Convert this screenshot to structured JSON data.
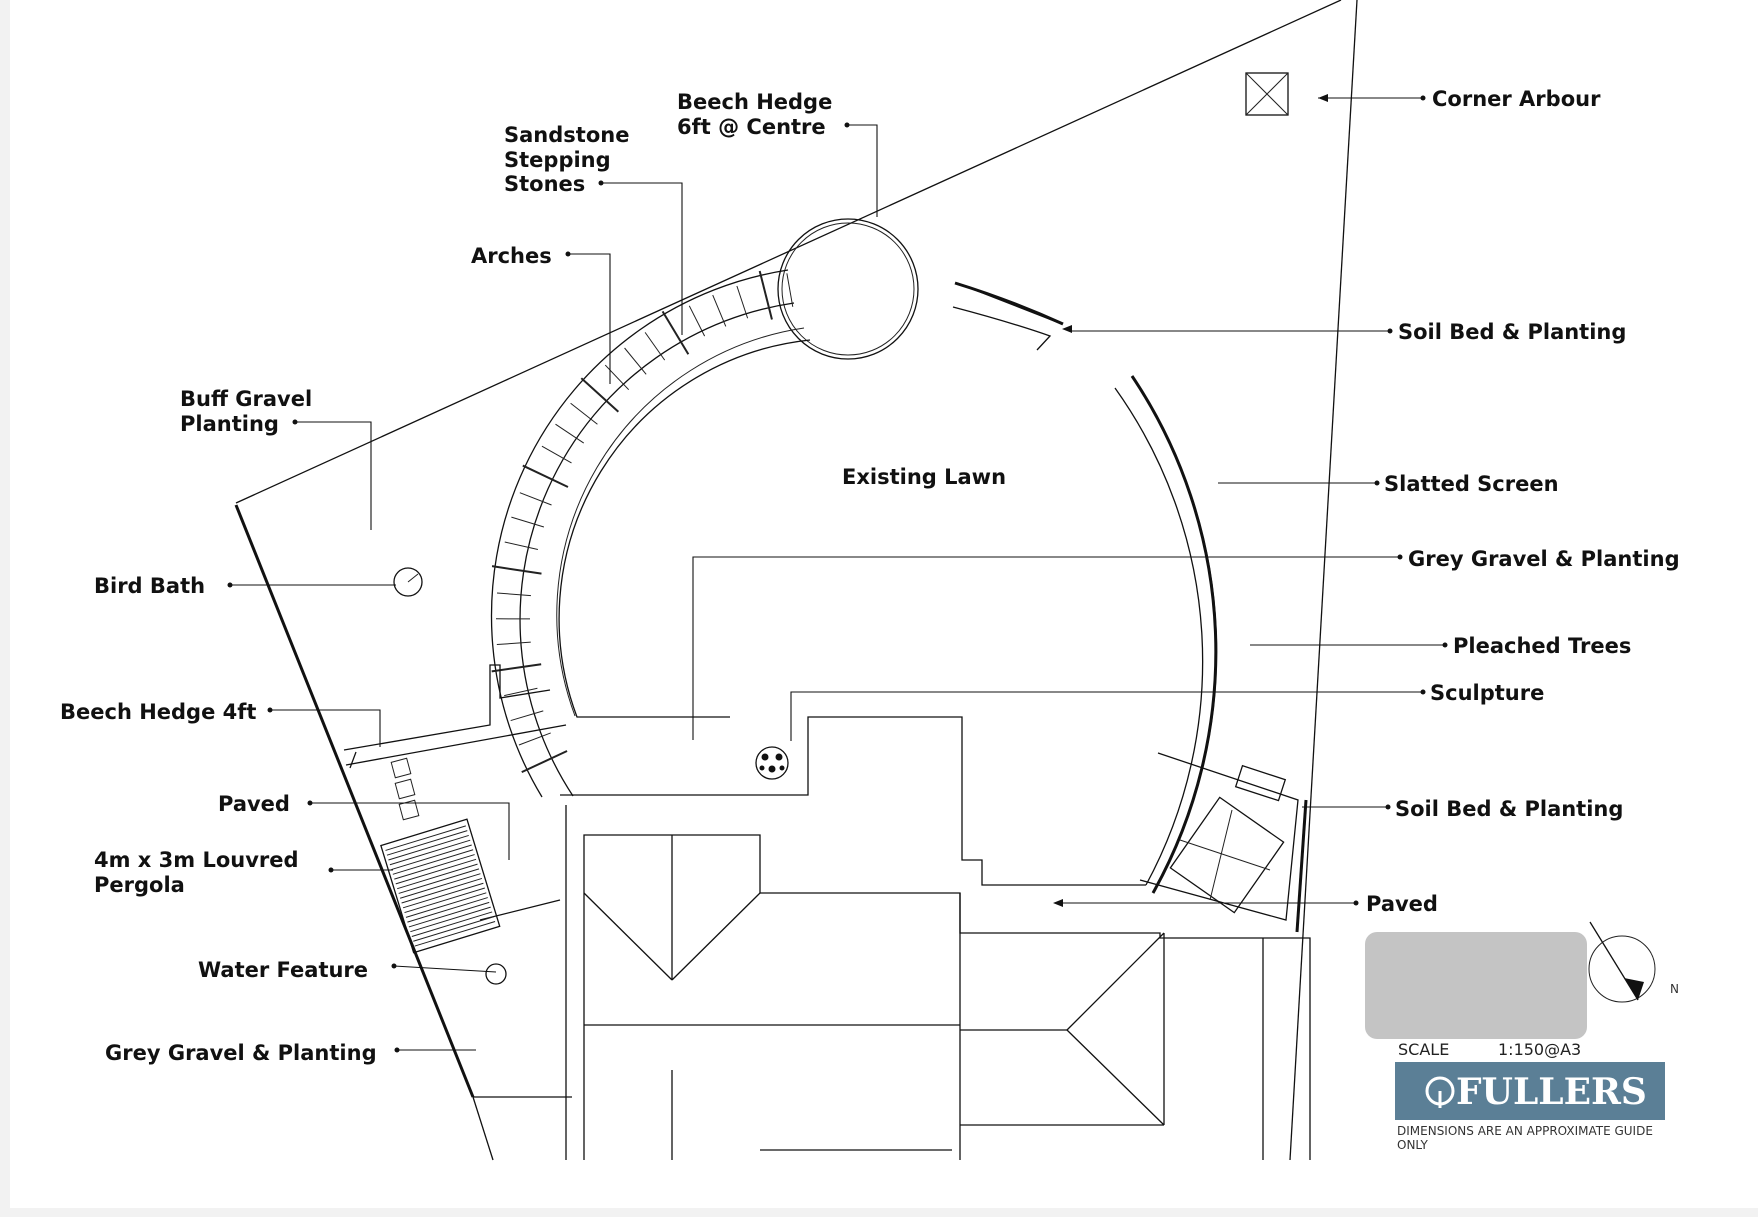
{
  "labels": {
    "corner_arbour": "Corner Arbour",
    "beech_hedge_centre_1": "Beech Hedge",
    "beech_hedge_centre_2": "6ft @ Centre",
    "sandstone_1": "Sandstone",
    "sandstone_2": "Stepping",
    "sandstone_3": "Stones",
    "arches": "Arches",
    "soil_bed_top": "Soil Bed & Planting",
    "buff_gravel_1": "Buff Gravel",
    "buff_gravel_2": "Planting",
    "existing_lawn": "Existing Lawn",
    "slatted_screen": "Slatted Screen",
    "grey_gravel_right": "Grey Gravel & Planting",
    "bird_bath": "Bird Bath",
    "pleached_trees": "Pleached Trees",
    "sculpture": "Sculpture",
    "beech_hedge_4ft": "Beech Hedge 4ft",
    "paved_left": "Paved",
    "soil_bed_right": "Soil Bed & Planting",
    "pergola_1": "4m x 3m Louvred",
    "pergola_2": "Pergola",
    "paved_right": "Paved",
    "water_feature": "Water Feature",
    "grey_gravel_left": "Grey Gravel & Planting"
  },
  "title_block": {
    "north": "N",
    "scale_label": "SCALE",
    "scale_value": "1:150@A3",
    "brand": "FULLERS",
    "disclaimer_1": "DIMENSIONS ARE AN APPROXIMATE GUIDE",
    "disclaimer_2": "ONLY"
  },
  "colors": {
    "line": "#111111",
    "brand_bg": "#5b7f96",
    "brand_text": "#ffffff",
    "placeholder_box": "#c4c4c4"
  }
}
